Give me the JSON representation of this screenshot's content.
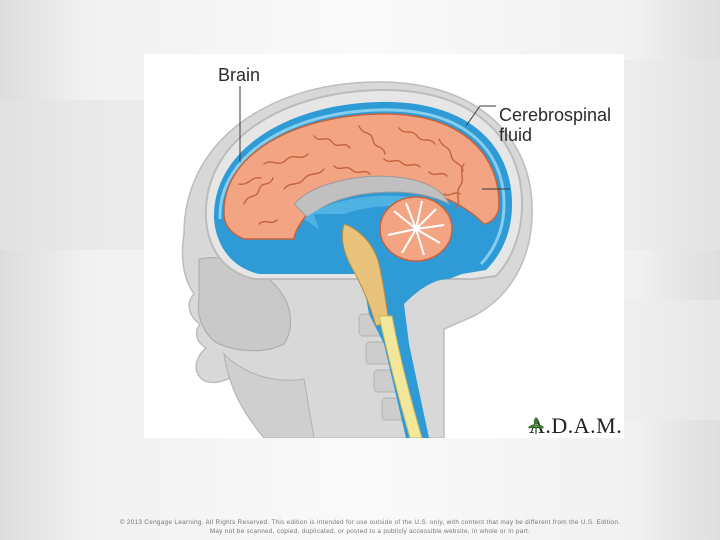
{
  "figure": {
    "labels": {
      "brain": "Brain",
      "csf": "Cerebrospinal fluid"
    },
    "logo_text": "A.D.A.M.",
    "logo_icon": "leaf-icon"
  },
  "footer": {
    "line1": "© 2013 Cengage Learning. All Rights Reserved. This edition is intended for use outside of the U.S. only, with content that may be different from the U.S. Edition.",
    "line2": "May not be scanned, copied, duplicated, or posted to a publicly accessible website, in whole or in part."
  },
  "colors": {
    "brain": "#f3a583",
    "brain_outline": "#c4643e",
    "csf": "#2f9bd6",
    "csf_light": "#73c4ea",
    "skull": "#d9d9d9",
    "spinal_cord": "#f2e79a",
    "logo_green": "#3c7a2f"
  }
}
